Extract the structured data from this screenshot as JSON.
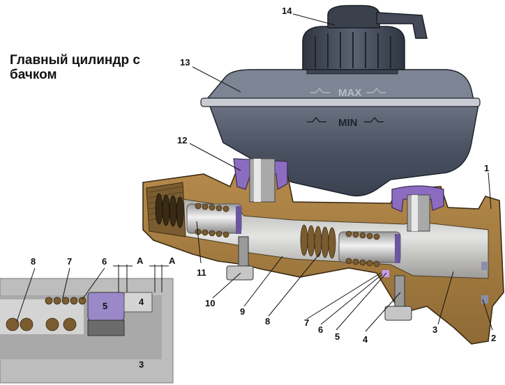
{
  "title": "Главный цилиндр с бачком",
  "level_marks": {
    "max": "MAX",
    "min": "MIN"
  },
  "callouts": [
    "1",
    "2",
    "3",
    "4",
    "5",
    "6",
    "7",
    "8",
    "9",
    "10",
    "11",
    "12",
    "13",
    "14"
  ],
  "inset": {
    "callouts": [
      "8",
      "7",
      "6",
      "5",
      "4",
      "3"
    ],
    "gap_label": "A"
  },
  "colors": {
    "body": "#a87e43",
    "body_dark": "#6b4c22",
    "reservoir": "#4a5262",
    "reservoir_light": "#7d8594",
    "seal": "#8c6cc0",
    "metal": "#d7d8dc",
    "inset_bg": "#bdbdbd"
  }
}
